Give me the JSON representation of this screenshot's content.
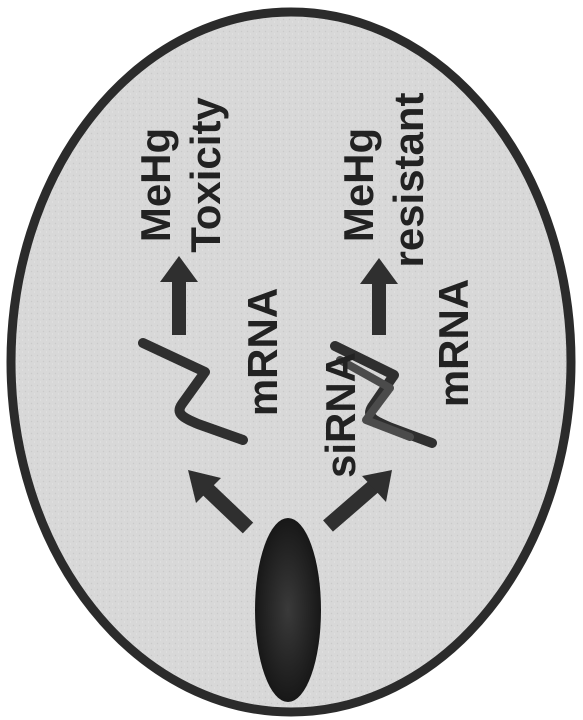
{
  "diagram": {
    "labels": {
      "meHg_top": "MeHg",
      "toxicity": "Toxicity",
      "mrna_top": "mRNA",
      "meHg_bottom": "MeHg",
      "resistant": "resistant",
      "sirna": "siRNA",
      "mrna_bottom": "mRNA"
    },
    "colors": {
      "background": "#ffffff",
      "cell_fill": "#d9d9d9",
      "cell_border": "#2b2b2b",
      "ink": "#2f2f2f",
      "nucleus": "#1e1e1e"
    }
  }
}
